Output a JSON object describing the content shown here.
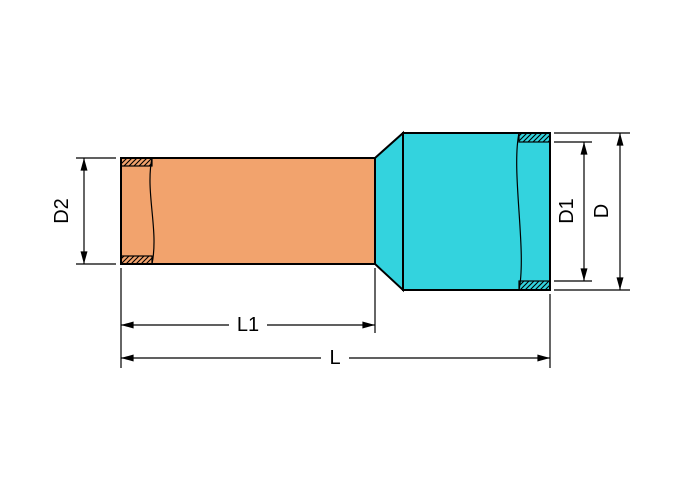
{
  "labels": {
    "d2": "D2",
    "d1": "D1",
    "d": "D",
    "l1": "L1",
    "l": "L"
  },
  "colors": {
    "copper_sleeve": "#f2a36d",
    "insulation_collar": "#33d3de",
    "line": "#000000",
    "background": "#ffffff"
  }
}
